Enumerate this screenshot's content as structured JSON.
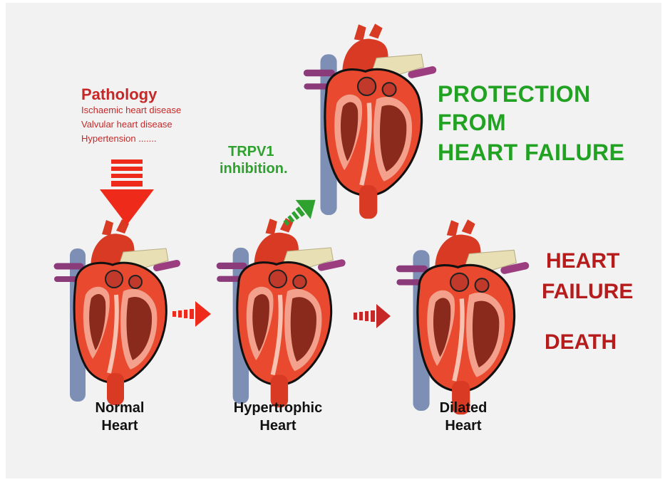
{
  "pathology": {
    "title": "Pathology",
    "items": [
      "Ischaemic heart disease",
      "Valvular heart disease",
      "Hypertension ......."
    ]
  },
  "intervention": {
    "line1": "TRPV1",
    "line2": "inhibition."
  },
  "outcome_good": {
    "line1": "PROTECTION",
    "line2": "FROM",
    "line3": "HEART FAILURE"
  },
  "outcome_bad": {
    "line1": "HEART",
    "line2": "FAILURE",
    "line3": "DEATH"
  },
  "stages": [
    {
      "line1": "Normal",
      "line2": "Heart"
    },
    {
      "line1": "Hypertrophic",
      "line2": "Heart"
    },
    {
      "line1": "Dilated",
      "line2": "Heart"
    }
  ],
  "colors": {
    "pathology_red": "#c62828",
    "arrow_red": "#ee2a1a",
    "dark_red": "#b71c1c",
    "green": "#2ea12e",
    "background": "#f2f2f2"
  }
}
